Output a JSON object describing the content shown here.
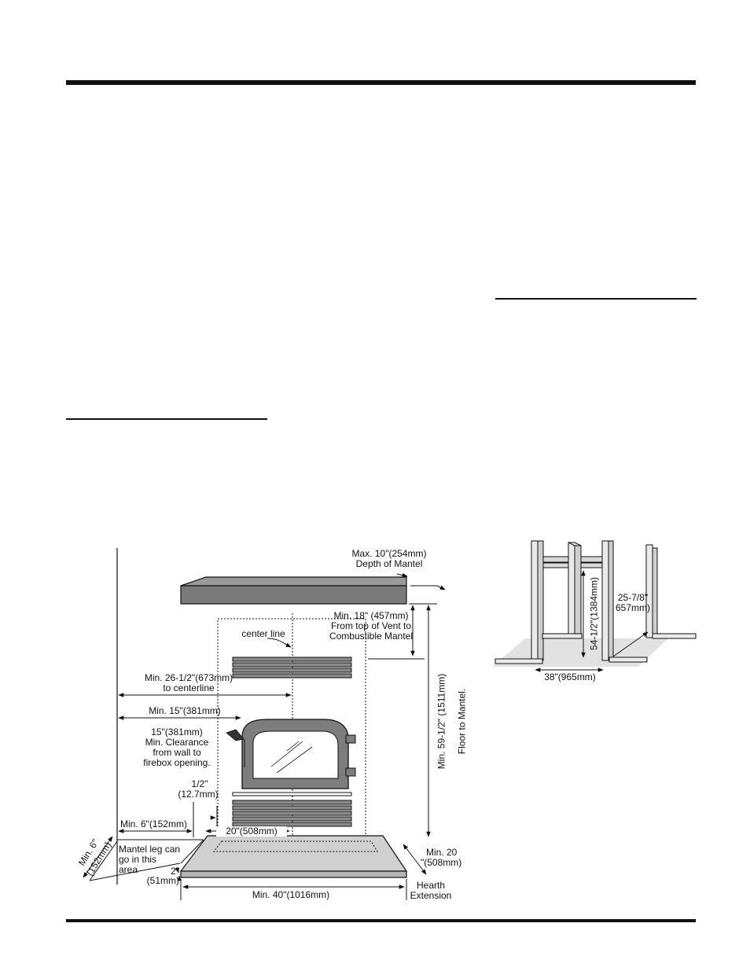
{
  "mantel_figure": {
    "max_depth": "Max. 10\"(254mm)",
    "depth_of_mantel": "Depth of Mantel",
    "min_18": "Min. 18\" (457mm)",
    "from_top_of_vent": "From top of Vent to",
    "combustible_mantel": "Combustible Mantel",
    "center_line": "center line",
    "min_26": "Min. 26-1/2\"(673mm)",
    "to_centerline": "to centerline",
    "min_15": "Min. 15\"(381mm)",
    "clearance_15": "15\"(381mm)",
    "min_clearance": "Min. Clearance",
    "from_wall_to": "from wall to",
    "firebox_opening": "firebox opening.",
    "half_inch": "1/2\"",
    "half_inch_mm": "(12.7mm)",
    "min_6": "Min. 6\"(152mm)",
    "twenty": "20\"(508mm)",
    "mantel_leg_1": "Mantel leg can",
    "mantel_leg_2": "go in this",
    "mantel_leg_3": "area",
    "min_6_diag_1": "Min. 6\"",
    "min_6_diag_2": "(152mm)",
    "two_inch": "2\"",
    "two_inch_mm": "(51mm)",
    "min_40": "Min. 40\"(1016mm)",
    "min_20": "Min. 20",
    "min_20_mm": "\"(508mm)",
    "hearth": "Hearth",
    "extension": "Extension",
    "floor_vert_1": "Min. 59-1/2\" (1511mm)",
    "floor_vert_2": "Floor to Mantel."
  },
  "framing_figure": {
    "height": "54-1/2\"(1384mm)",
    "depth_1": "25-7/8\"",
    "depth_2": "657mm)",
    "width": "38\"(965mm)"
  }
}
